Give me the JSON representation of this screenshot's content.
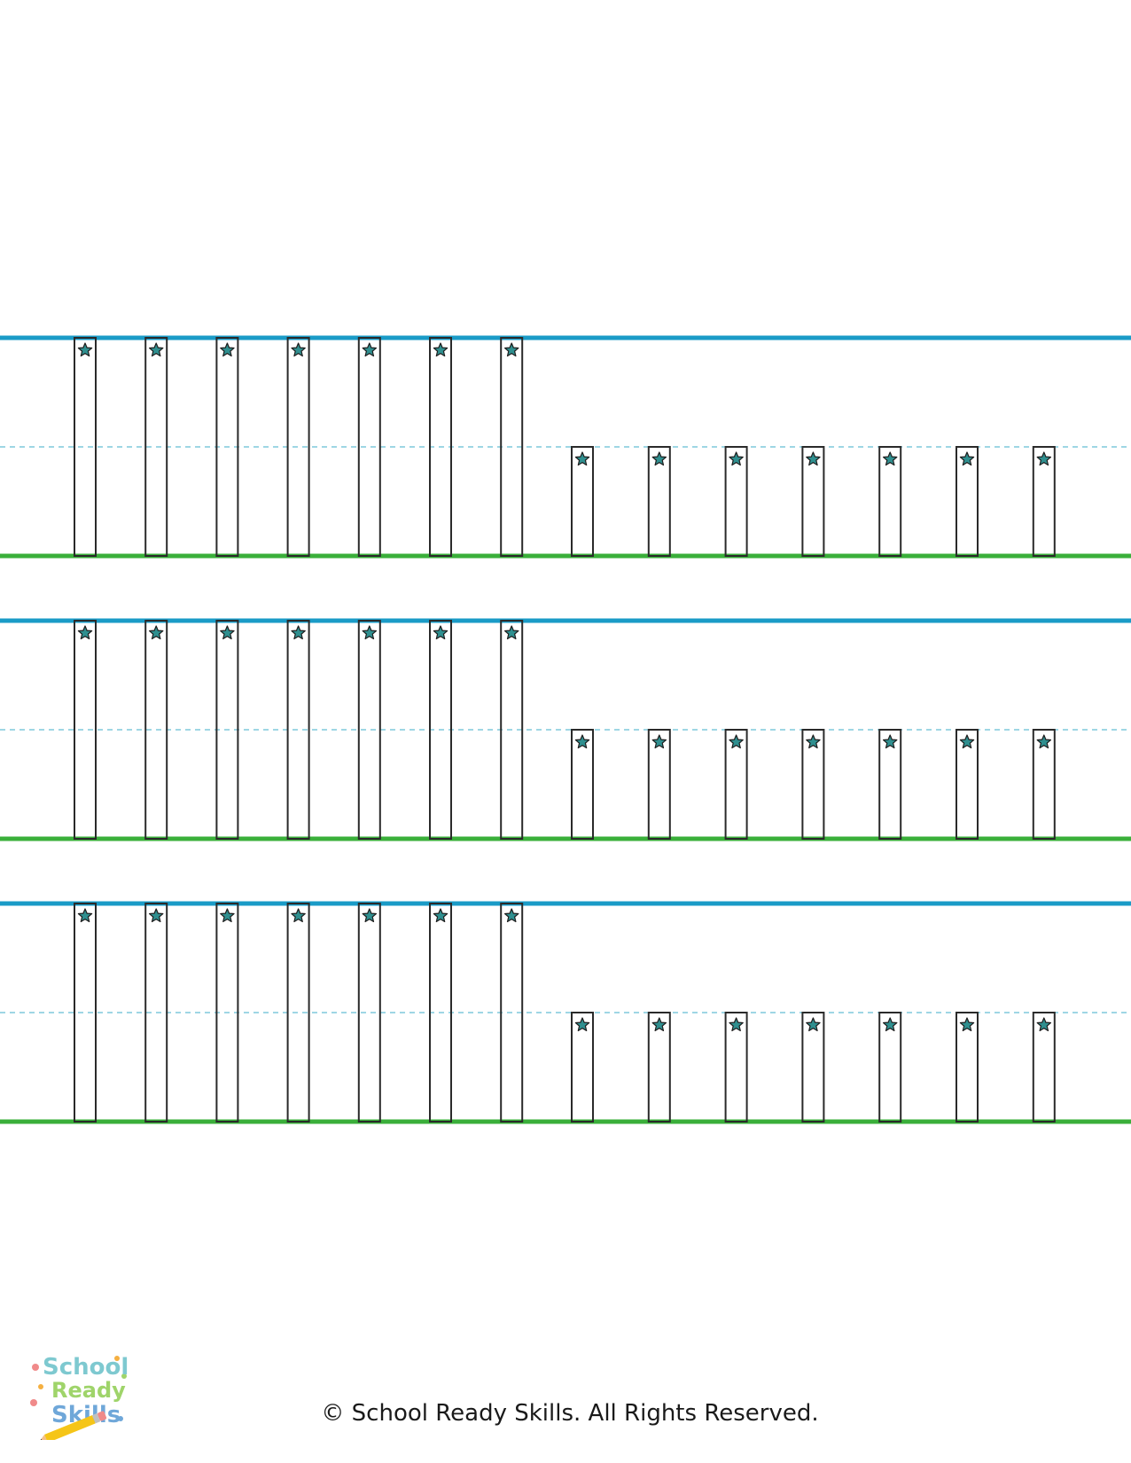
{
  "worksheet": {
    "rows": 3,
    "tall_strokes_per_row": 7,
    "short_strokes_per_row": 7,
    "start_marker_icon": "star-icon",
    "colors": {
      "top_line": "#1a9bc7",
      "midline": "#7fc8dc",
      "baseline": "#3aaf3a",
      "stroke_box": "#2a2a2a",
      "star_fill": "#2f8f8f"
    }
  },
  "logo": {
    "line1": "School",
    "line2": "Ready",
    "line3": "Skills",
    "colors": {
      "school": "#7ec9d0",
      "ready": "#9fd46a",
      "skills": "#6fa7d9"
    }
  },
  "footer": {
    "copyright": "© School Ready Skills. All Rights Reserved."
  }
}
